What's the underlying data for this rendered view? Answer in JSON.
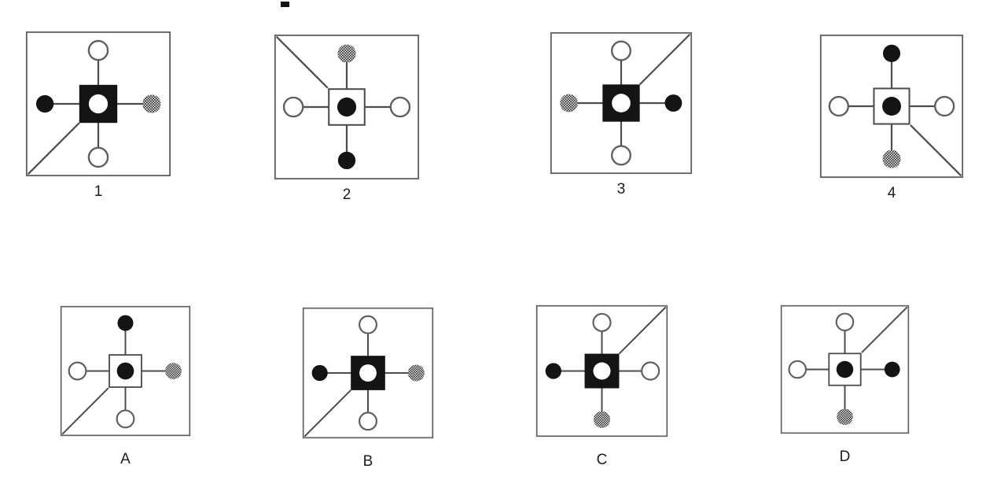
{
  "colors": {
    "ink": "#141414",
    "line": "#4d4d4d",
    "panel_border": "#606060",
    "background": "#ffffff"
  },
  "figure": {
    "type": "abstract-reasoning-sequence-puzzle",
    "problem_panels": [
      {
        "label": "1",
        "center_square": "black",
        "center_dot": "white",
        "circles": {
          "north": "white",
          "east": "hatched",
          "south": "white",
          "west": "black"
        },
        "diagonal": "bottom-left"
      },
      {
        "label": "2",
        "center_square": "white",
        "center_dot": "black",
        "circles": {
          "north": "hatched",
          "east": "white",
          "south": "black",
          "west": "white"
        },
        "diagonal": "top-left"
      },
      {
        "label": "3",
        "center_square": "black",
        "center_dot": "white",
        "circles": {
          "north": "white",
          "east": "black",
          "south": "white",
          "west": "hatched"
        },
        "diagonal": "top-right"
      },
      {
        "label": "4",
        "center_square": "white",
        "center_dot": "black",
        "circles": {
          "north": "black",
          "east": "white",
          "south": "hatched",
          "west": "white"
        },
        "diagonal": "bottom-right"
      }
    ],
    "option_panels": [
      {
        "label": "A",
        "center_square": "white",
        "center_dot": "black",
        "circles": {
          "north": "black",
          "east": "hatched",
          "south": "white",
          "west": "white"
        },
        "diagonal": "bottom-left"
      },
      {
        "label": "B",
        "center_square": "black",
        "center_dot": "white",
        "circles": {
          "north": "white",
          "east": "hatched",
          "south": "white",
          "west": "black"
        },
        "diagonal": "bottom-left"
      },
      {
        "label": "C",
        "center_square": "black",
        "center_dot": "white",
        "circles": {
          "north": "white",
          "east": "white",
          "south": "hatched",
          "west": "black"
        },
        "diagonal": "top-right"
      },
      {
        "label": "D",
        "center_square": "white",
        "center_dot": "black",
        "circles": {
          "north": "white",
          "east": "black",
          "south": "hatched",
          "west": "white"
        },
        "diagonal": "top-right"
      }
    ]
  }
}
